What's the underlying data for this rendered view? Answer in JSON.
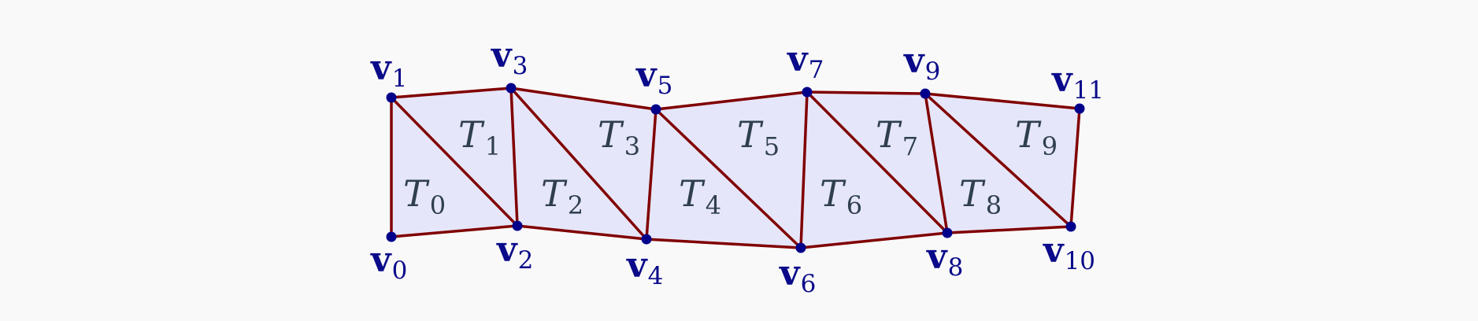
{
  "colors": {
    "background": "#f9f9f9",
    "fill": "#e6e6fa",
    "edge": "#800000",
    "vertex": "#00008b",
    "triangle_label": "#2f3f4f",
    "vertex_label": "#0a0a8a"
  },
  "vertices": [
    {
      "base": "v",
      "sub": "0"
    },
    {
      "base": "v",
      "sub": "1"
    },
    {
      "base": "v",
      "sub": "2"
    },
    {
      "base": "v",
      "sub": "3"
    },
    {
      "base": "v",
      "sub": "4"
    },
    {
      "base": "v",
      "sub": "5"
    },
    {
      "base": "v",
      "sub": "6"
    },
    {
      "base": "v",
      "sub": "7"
    },
    {
      "base": "v",
      "sub": "8"
    },
    {
      "base": "v",
      "sub": "9"
    },
    {
      "base": "v",
      "sub": "10"
    },
    {
      "base": "v",
      "sub": "11"
    }
  ],
  "triangles": [
    {
      "base": "T",
      "sub": "0"
    },
    {
      "base": "T",
      "sub": "1"
    },
    {
      "base": "T",
      "sub": "2"
    },
    {
      "base": "T",
      "sub": "3"
    },
    {
      "base": "T",
      "sub": "4"
    },
    {
      "base": "T",
      "sub": "5"
    },
    {
      "base": "T",
      "sub": "6"
    },
    {
      "base": "T",
      "sub": "7"
    },
    {
      "base": "T",
      "sub": "8"
    },
    {
      "base": "T",
      "sub": "9"
    }
  ]
}
